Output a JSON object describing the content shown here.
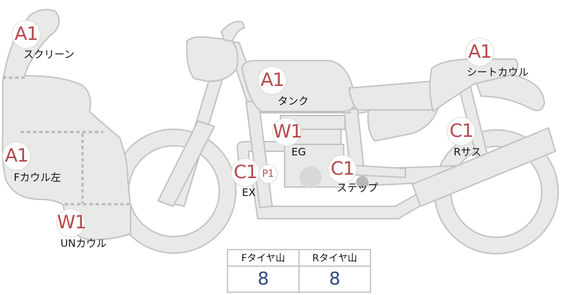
{
  "colors": {
    "body_fill": "#e9e9e7",
    "body_stroke": "#c3c3c1",
    "grade_text": "#b5494a",
    "tread_value": "#2f4a80"
  },
  "parts": {
    "screen": {
      "grade": "A1",
      "label": "スクリーン"
    },
    "tank": {
      "grade": "A1",
      "label": "タンク"
    },
    "seat_cowl": {
      "grade": "A1",
      "label": "シートカウル"
    },
    "f_cowl_left": {
      "grade": "A1",
      "label": "Fカウル左"
    },
    "engine": {
      "grade": "W1",
      "label": "EG"
    },
    "exhaust": {
      "grade": "C1",
      "label": "EX",
      "sub_grade": "P1"
    },
    "step": {
      "grade": "C1",
      "label": "ステップ"
    },
    "rear_susp": {
      "grade": "C1",
      "label": "Rサス"
    },
    "under_cowl": {
      "grade": "W1",
      "label": "UNカウル"
    }
  },
  "tread": {
    "front_header": "Fタイヤ山",
    "rear_header": "Rタイヤ山",
    "front_value": "8",
    "rear_value": "8"
  }
}
